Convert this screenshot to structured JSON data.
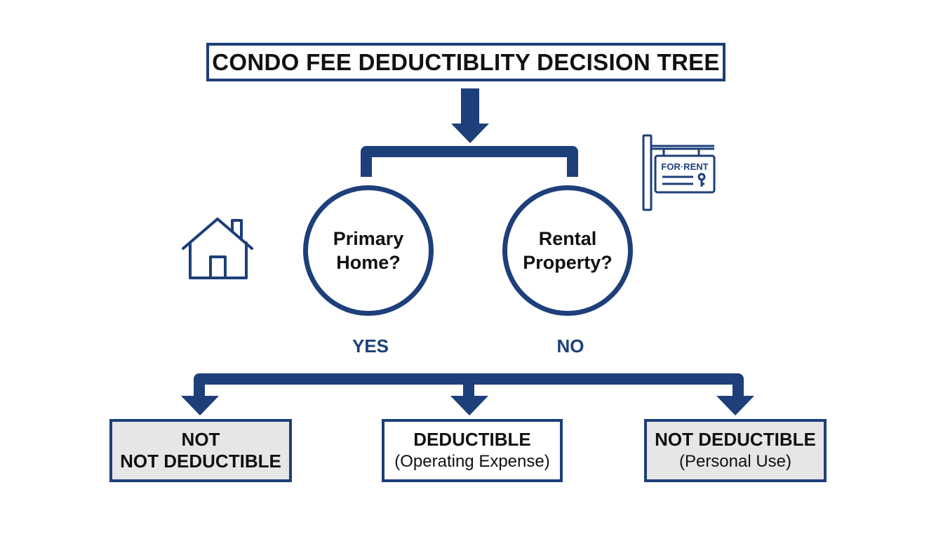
{
  "title": "CONDO FEE DEDUCTIBLITY DECISION TREE",
  "nodes": {
    "primary_home": "Primary\nHome?",
    "rental_property": "Rental\nProperty?"
  },
  "branches": {
    "yes": "YES",
    "no": "NO"
  },
  "outcomes": [
    {
      "line1": "NOT",
      "line2": "NOT DEDUCTIBLE",
      "style": "gray"
    },
    {
      "line1": "DEDUCTIBLE",
      "line2": "(Operating Expense)",
      "style": "white"
    },
    {
      "line1": "NOT DEDUCTIBLE",
      "line2": "(Personal Use)",
      "style": "gray"
    }
  ],
  "icons": {
    "house": "house-icon",
    "sign": "for-rent-sign-icon",
    "sign_text": "FOR·RENT"
  },
  "colors": {
    "accent": "#1d3f7a",
    "box_gray": "#e6e6e7",
    "text": "#111111"
  }
}
